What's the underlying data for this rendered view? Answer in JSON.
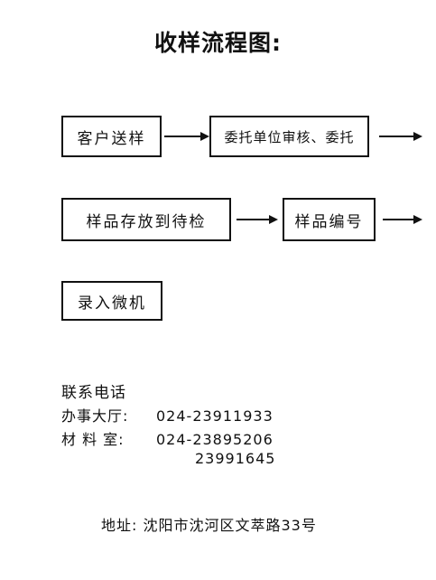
{
  "title": "收样流程图:",
  "steps": {
    "s1": "客户送样",
    "s2": "委托单位审核、委托",
    "s3": "样品存放到待检",
    "s4": "样品编号",
    "s5": "录入微机"
  },
  "contact": {
    "heading": "联系电话",
    "office_label": "办事大厅:",
    "office_phone": "024-23911933",
    "material_label": "材 料 室:",
    "material_phone1": "024-23895206",
    "material_phone2": "23991645"
  },
  "address": "地址: 沈阳市沈河区文萃路33号"
}
